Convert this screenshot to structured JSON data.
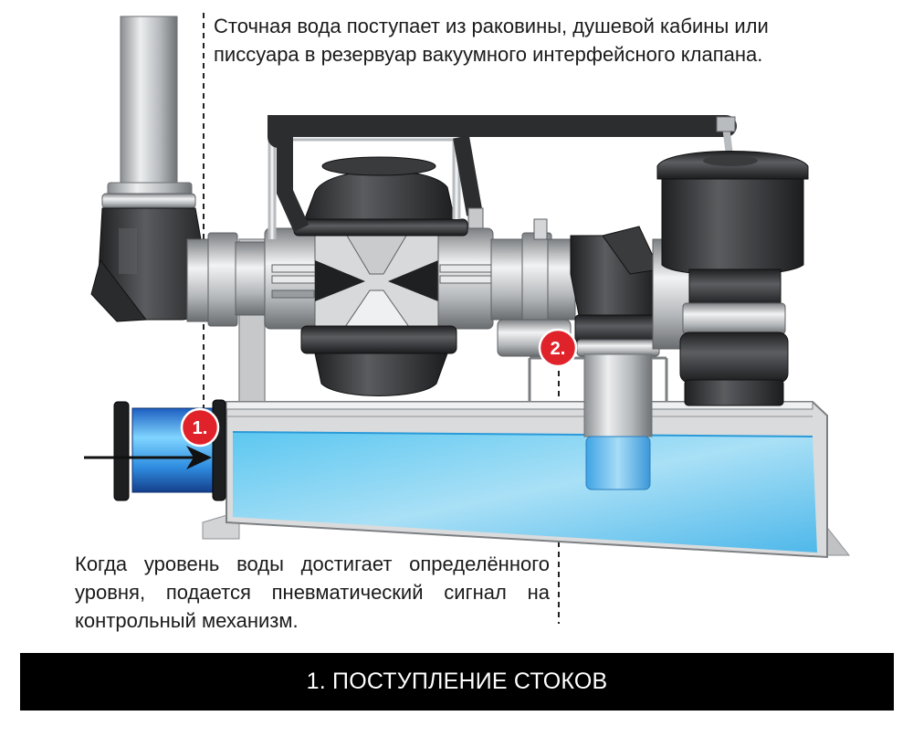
{
  "captions": {
    "top": "Сточная вода поступает из раковины, душевой кабины или писсуара в резервуар вакуумного интерфейсного клапана.",
    "bottom": "Когда уровень воды достигает определённого уровня, подается пневматический сигнал на контрольный механизм."
  },
  "markers": [
    {
      "label": "1."
    },
    {
      "label": "2."
    }
  ],
  "title": "1. ПОСТУПЛЕНИЕ СТОКОВ",
  "colors": {
    "marker": "#e0232b",
    "water": "#5ec3ee",
    "rubber": "#2c2d2f",
    "metal": "#b9bcbf",
    "title_bar": "#000000"
  }
}
